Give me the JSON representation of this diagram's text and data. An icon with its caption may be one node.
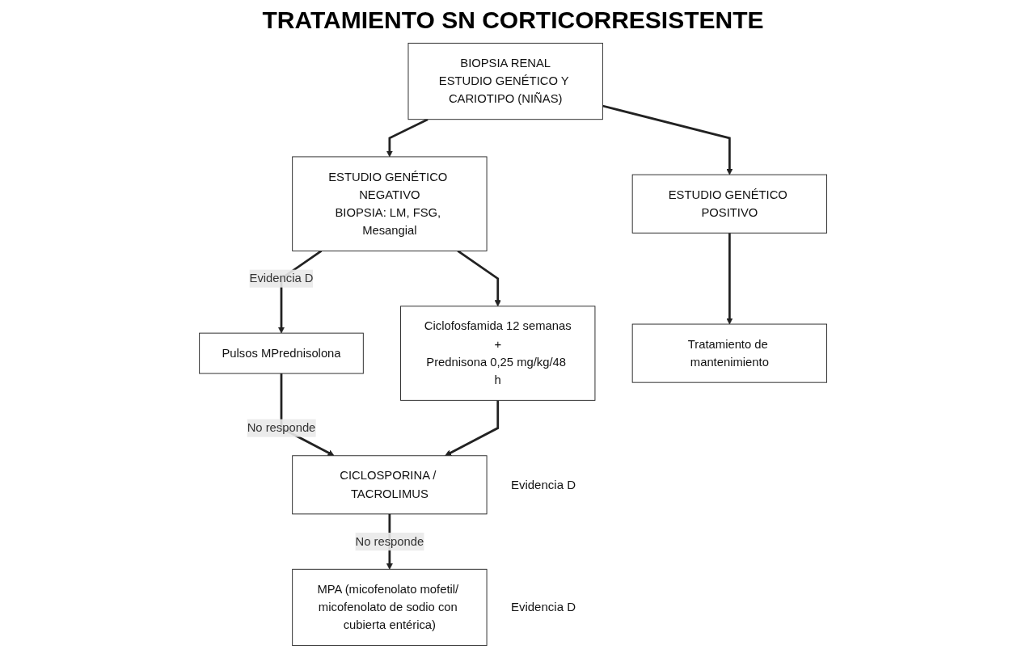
{
  "diagram": {
    "title": "TRATAMIENTO SN CORTICORRESISTENTE",
    "nodes": [
      {
        "text": [
          "BIOPSIA RENAL",
          "ESTUDIO GENÉTICO Y CARIOTIPO (NIÑAS)"
        ]
      },
      {
        "text": [
          "ESTUDIO GENÉTICO NEGATIVO",
          "BIOPSIA: LM, FSG, Mesangial"
        ]
      },
      {
        "text": [
          "ESTUDIO GENÉTICO POSITIVO"
        ]
      },
      {
        "text": [
          "Pulsos MPrednisolona"
        ]
      },
      {
        "text": [
          "Ciclofosfamida 12 semanas",
          "+",
          "Prednisona 0,25 mg/kg/48 h"
        ]
      },
      {
        "text": [
          "Tratamiento de mantenimiento"
        ]
      },
      {
        "text": [
          "CICLOSPORINA / TACROLIMUS"
        ],
        "beside": [
          "Evidencia D"
        ]
      },
      {
        "text": [
          "MPA (micofenolato mofetil/ micofenolato de sodio con cubierta entérica)"
        ],
        "beside": [
          "Evidencia D"
        ]
      }
    ],
    "edges": [
      {
        "from": 0,
        "to": 1,
        "arrow": "to"
      },
      {
        "from": 0,
        "to": 2,
        "arrow": "to"
      },
      {
        "from": 1,
        "to": 3,
        "arrow": "to",
        "label": "Evidencia D"
      },
      {
        "from": 1,
        "to": 4,
        "arrow": "to"
      },
      {
        "from": 2,
        "to": 5,
        "arrow": "to"
      },
      {
        "from": 3,
        "to": 6,
        "arrow": "to",
        "label": "No responde"
      },
      {
        "from": 4,
        "to": 6,
        "arrow": "to"
      },
      {
        "from": 6,
        "to": 7,
        "arrow": "to",
        "label": "No responde"
      }
    ]
  }
}
